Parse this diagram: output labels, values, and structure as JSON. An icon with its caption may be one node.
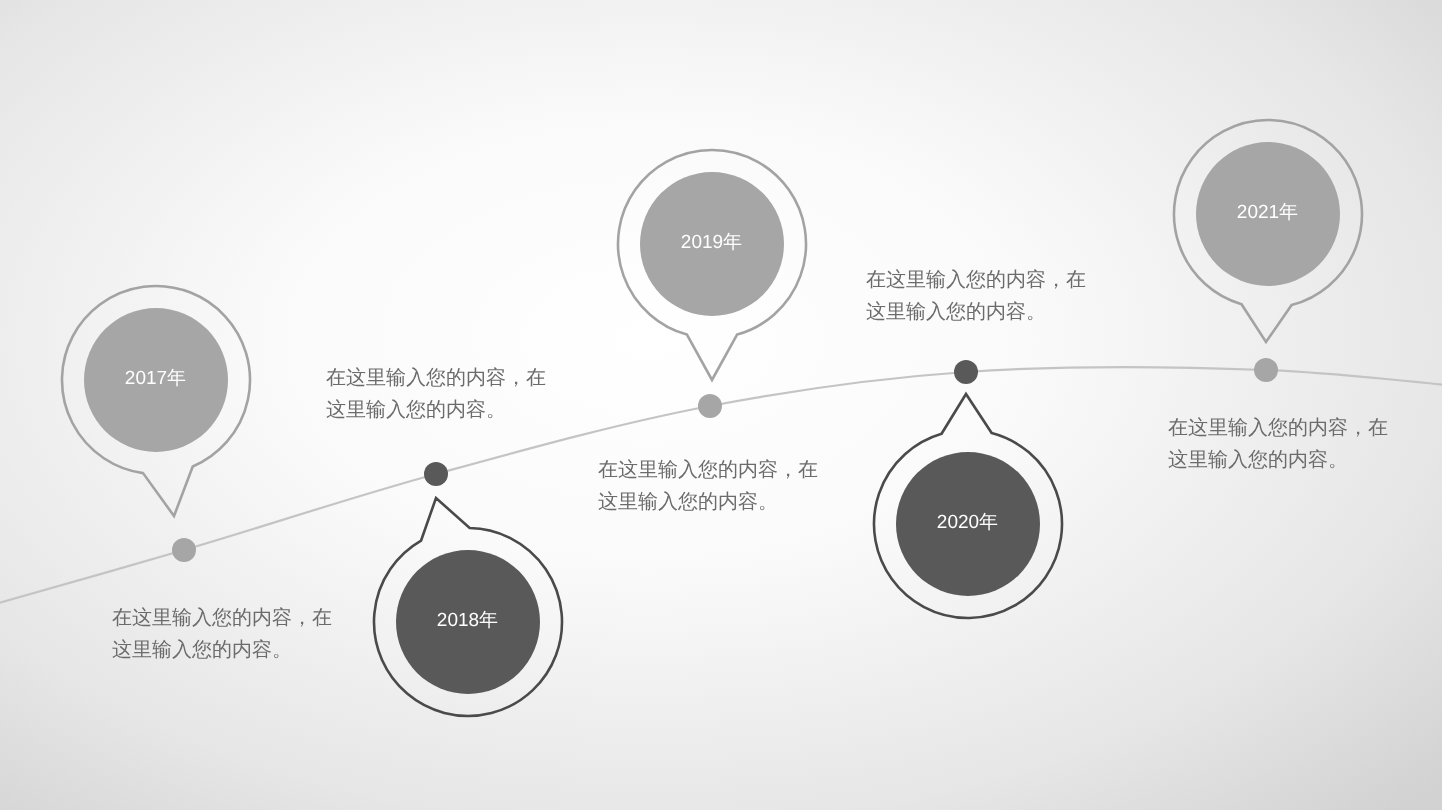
{
  "diagram": {
    "nodes": [
      {
        "text": [
          "2017年"
        ]
      },
      {
        "text": [
          "2018年"
        ]
      },
      {
        "text": [
          "2019年"
        ]
      },
      {
        "text": [
          "2020年"
        ]
      },
      {
        "text": [
          "2021年"
        ]
      }
    ],
    "labels": [
      "在这里输入您的内容，在这里输入您的内容。",
      "在这里输入您的内容，在这里输入您的内容。",
      "在这里输入您的内容，在这里输入您的内容。",
      "在这里输入您的内容，在这里输入您的内容。",
      "在这里输入您的内容，在这里输入您的内容。"
    ]
  }
}
